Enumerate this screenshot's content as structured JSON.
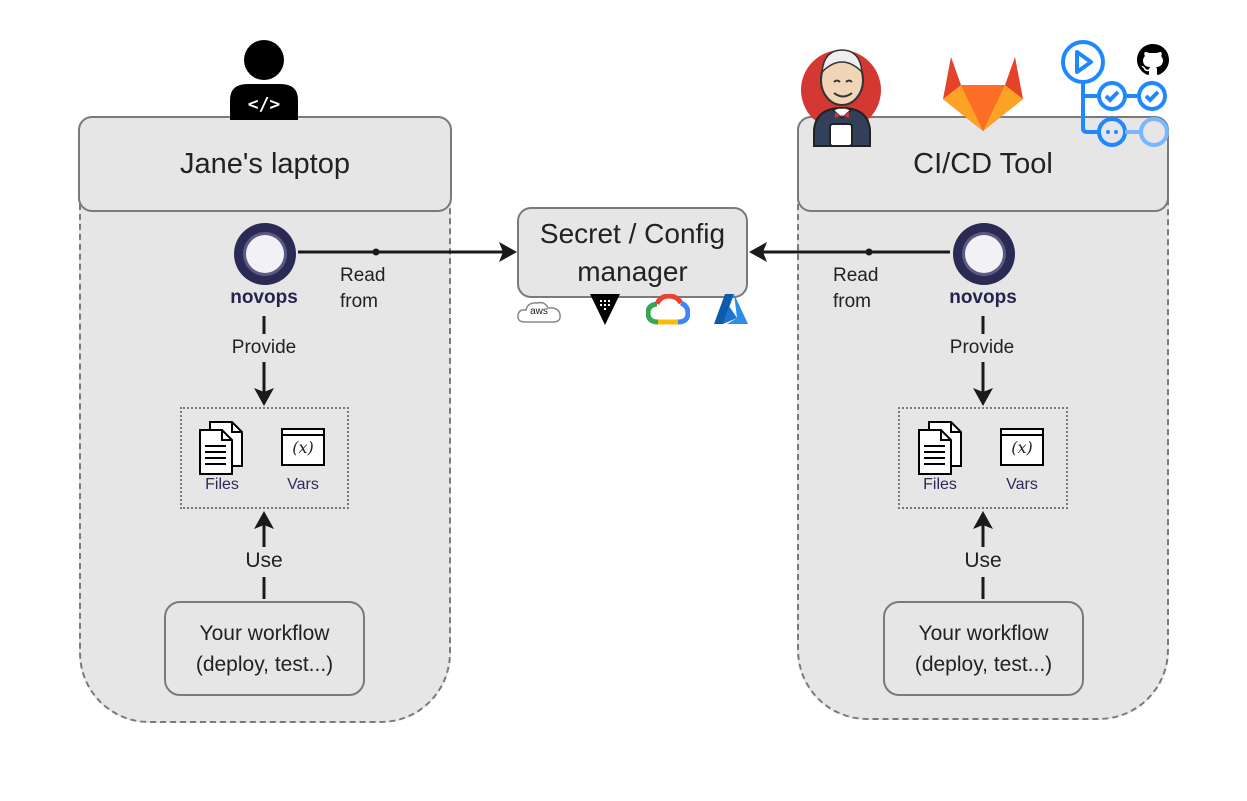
{
  "left": {
    "title": "Jane's laptop",
    "novops": "novops",
    "provide": "Provide",
    "files": "Files",
    "vars": "Vars",
    "use": "Use",
    "workflow_line1": "Your workflow",
    "workflow_line2": "(deploy, test...)",
    "read_line1": "Read",
    "read_line2": "from"
  },
  "right": {
    "title": "CI/CD Tool",
    "novops": "novops",
    "provide": "Provide",
    "files": "Files",
    "vars": "Vars",
    "use": "Use",
    "workflow_line1": "Your workflow",
    "workflow_line2": "(deploy, test...)",
    "read_line1": "Read",
    "read_line2": "from"
  },
  "center": {
    "line1": "Secret / Config",
    "line2": "manager",
    "aws_text": "aws"
  },
  "vars_icon_text": "(x)",
  "colors": {
    "panel_bg": "#e6e6e6",
    "border": "#7a7a7a",
    "novops": "#24244f",
    "arrow": "#1a1a1a"
  }
}
